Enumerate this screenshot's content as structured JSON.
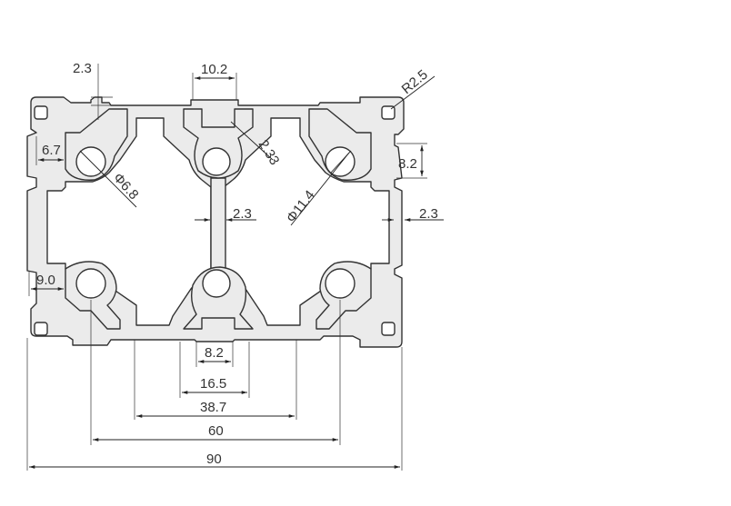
{
  "labels": {
    "top_wall": "2.3",
    "slot_opening": "10.2",
    "corner_radius": "R2.5",
    "edge_offset": "6.7",
    "hole_dia": "Φ6.8",
    "rib_thick": "2.33",
    "side_slot": "8.2",
    "side_wall": "2.3",
    "web": "2.3",
    "center_dia": "Φ11.4",
    "edge_inner": "9.0",
    "bot_slot": "8.2",
    "bot_inner": "16.5",
    "bot_groove": "38.7",
    "centers": "60",
    "overall": "90"
  }
}
